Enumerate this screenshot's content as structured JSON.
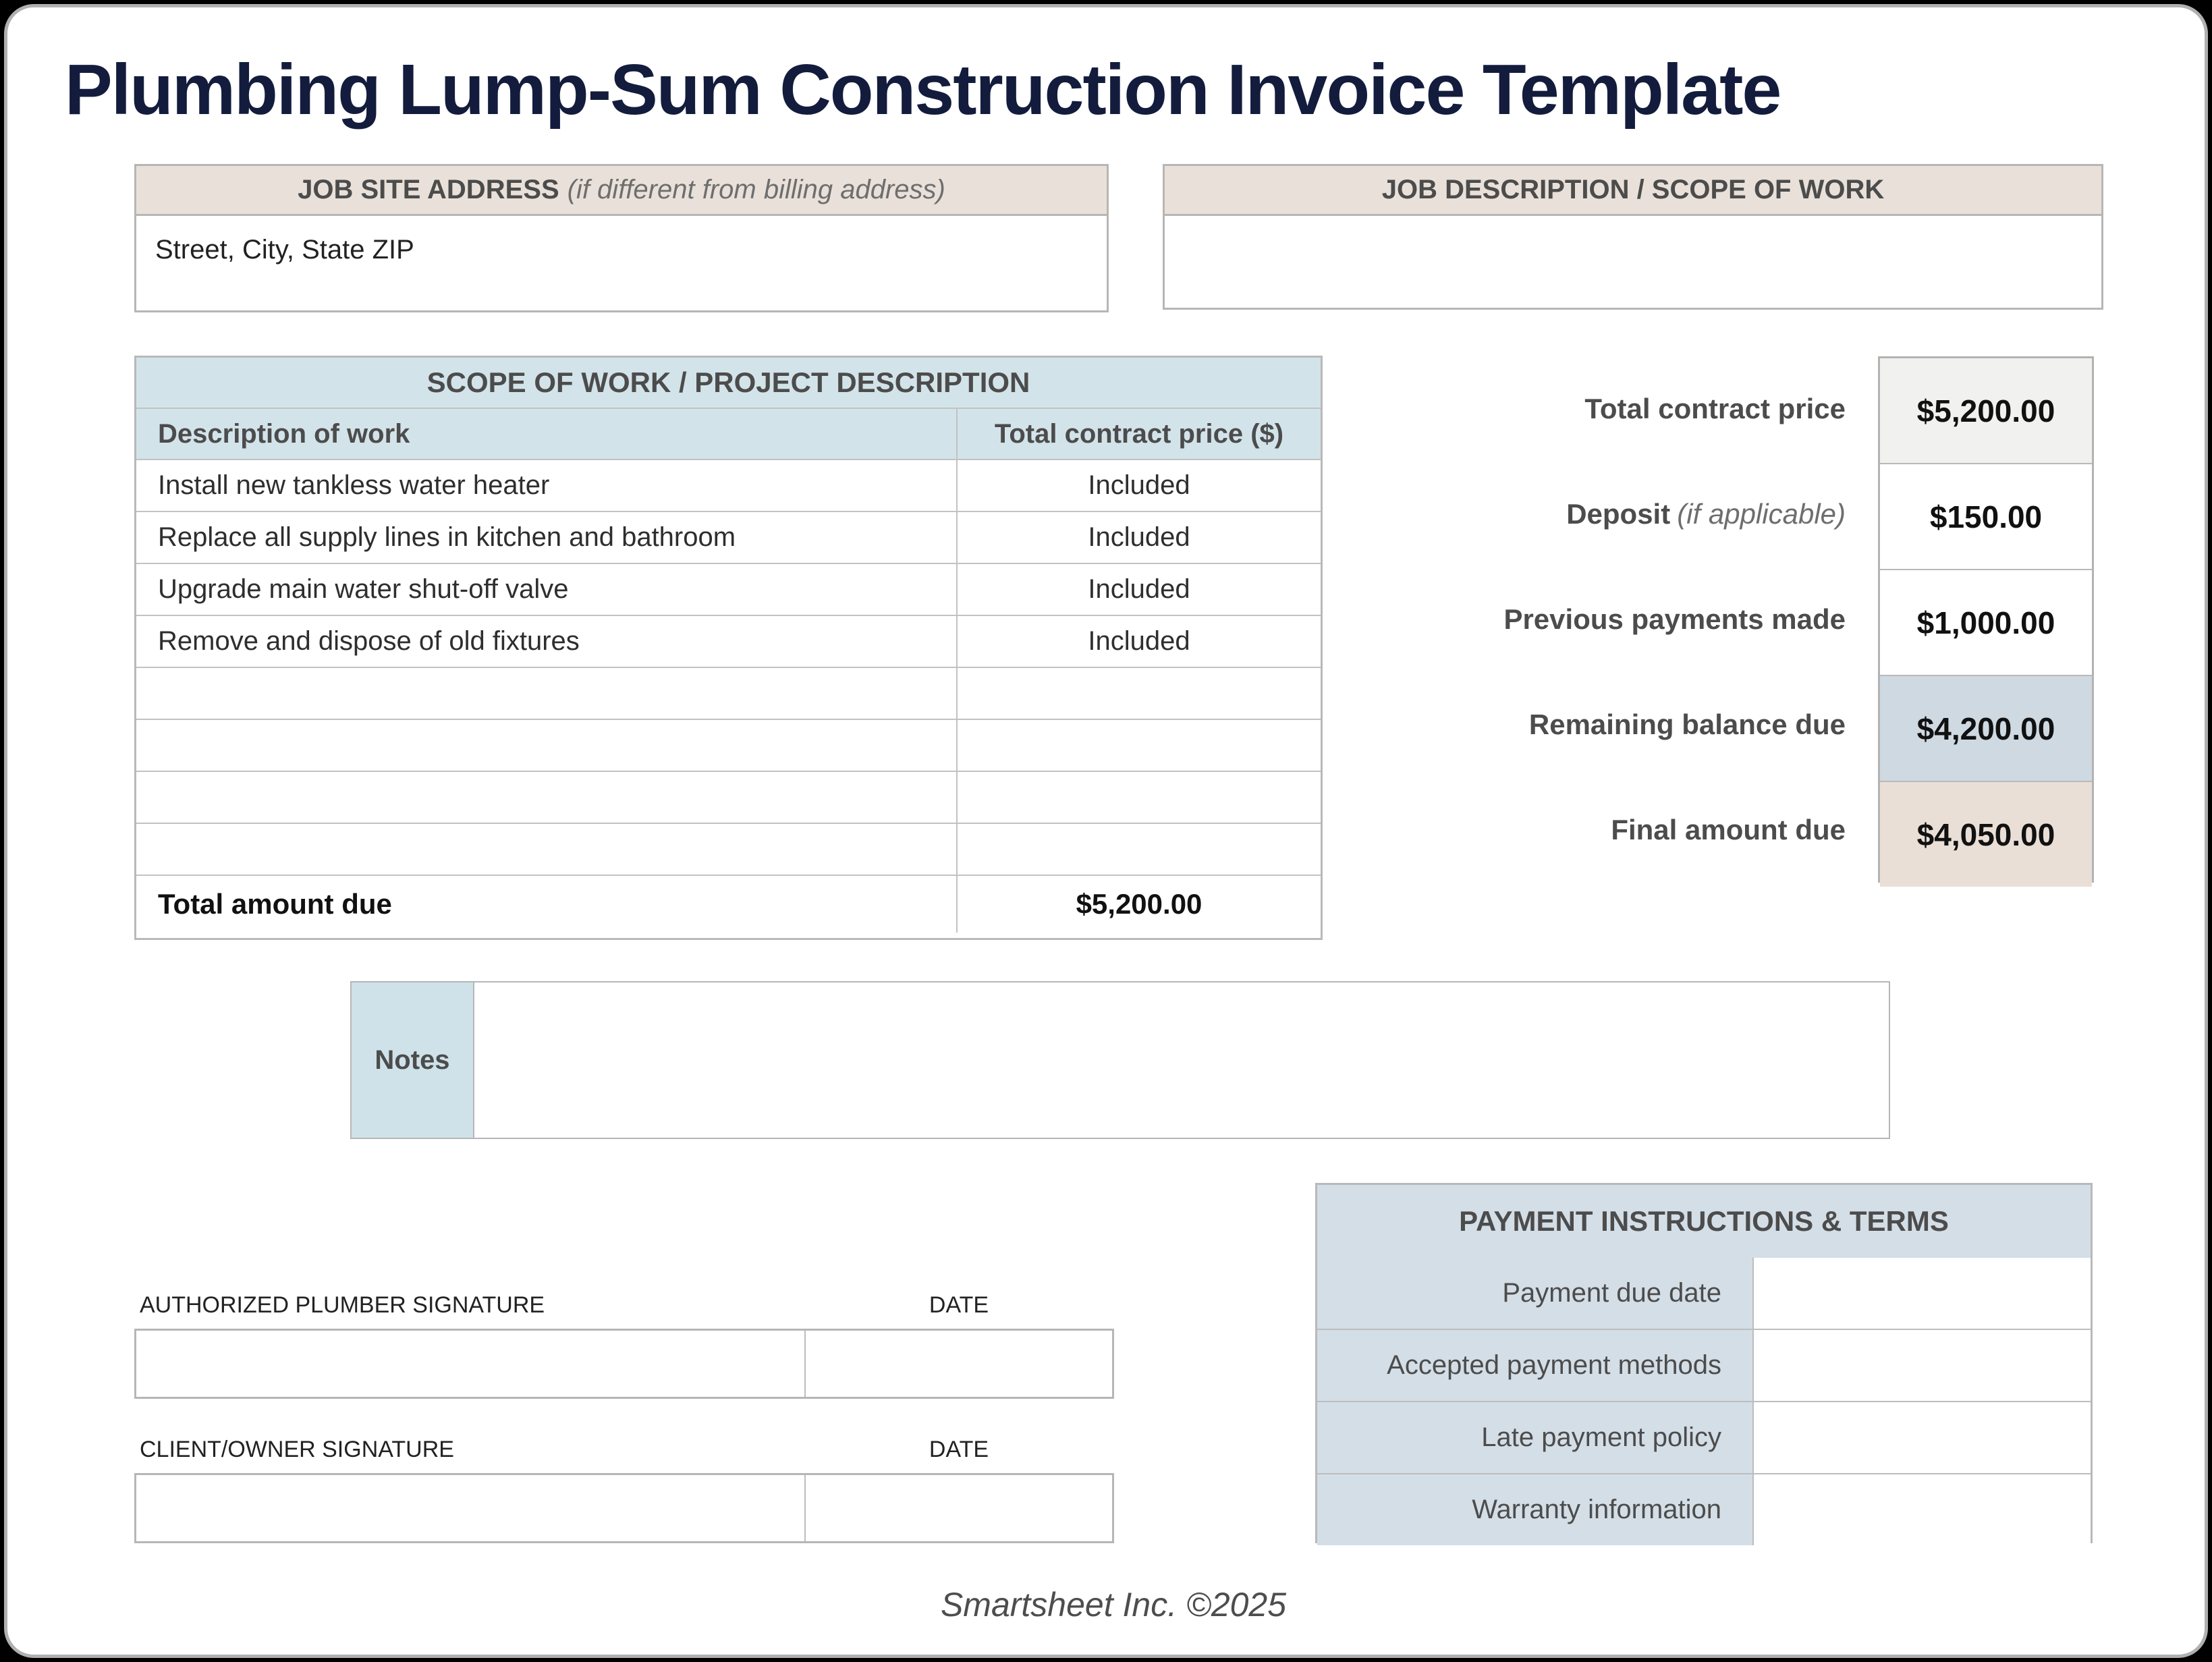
{
  "page": {
    "title": "Plumbing Lump-Sum Construction Invoice Template",
    "footer": "Smartsheet Inc. ©2025"
  },
  "job_site": {
    "header": "JOB SITE ADDRESS",
    "header_note": "(if different from billing address)",
    "value": "Street, City, State ZIP"
  },
  "job_description": {
    "header": "JOB DESCRIPTION / SCOPE OF WORK",
    "value": ""
  },
  "scope_table": {
    "title": "SCOPE OF WORK / PROJECT DESCRIPTION",
    "col_description": "Description of work",
    "col_price": "Total contract price ($)",
    "rows": [
      {
        "description": "Install new tankless water heater",
        "price": "Included"
      },
      {
        "description": "Replace all supply lines in kitchen and bathroom",
        "price": "Included"
      },
      {
        "description": "Upgrade main water shut-off valve",
        "price": "Included"
      },
      {
        "description": "Remove and dispose of old fixtures",
        "price": "Included"
      },
      {
        "description": "",
        "price": ""
      },
      {
        "description": "",
        "price": ""
      },
      {
        "description": "",
        "price": ""
      },
      {
        "description": "",
        "price": ""
      }
    ],
    "total_label": "Total amount due",
    "total_value": "$5,200.00"
  },
  "summary": {
    "rows": [
      {
        "label": "Total contract price",
        "note": "",
        "value": "$5,200.00"
      },
      {
        "label": "Deposit",
        "note": "(if applicable)",
        "value": "$150.00"
      },
      {
        "label": "Previous payments made",
        "note": "",
        "value": "$1,000.00"
      },
      {
        "label": "Remaining balance due",
        "note": "",
        "value": "$4,200.00"
      },
      {
        "label": "Final amount due",
        "note": "",
        "value": "$4,050.00"
      }
    ]
  },
  "notes": {
    "label": "Notes",
    "value": ""
  },
  "payment_terms": {
    "title": "PAYMENT INSTRUCTIONS & TERMS",
    "rows": [
      {
        "label": "Payment due date",
        "value": ""
      },
      {
        "label": "Accepted payment methods",
        "value": ""
      },
      {
        "label": "Late payment policy",
        "value": ""
      },
      {
        "label": "Warranty information",
        "value": ""
      }
    ]
  },
  "signatures": [
    {
      "label": "AUTHORIZED PLUMBER SIGNATURE",
      "date_label": "DATE"
    },
    {
      "label": "CLIENT/OWNER SIGNATURE",
      "date_label": "DATE"
    }
  ],
  "colors": {
    "title_navy": "#131c3c",
    "header_beige": "#e9e1d9",
    "header_blue": "#d3e3ea",
    "payment_blue": "#d4dee7",
    "summary_gray": "#f1f1ef",
    "summary_white": "#ffffff",
    "summary_balance_blue": "#cfd9e2",
    "summary_final_tan": "#e9dfd7",
    "border_gray": "#b6b6b6"
  }
}
